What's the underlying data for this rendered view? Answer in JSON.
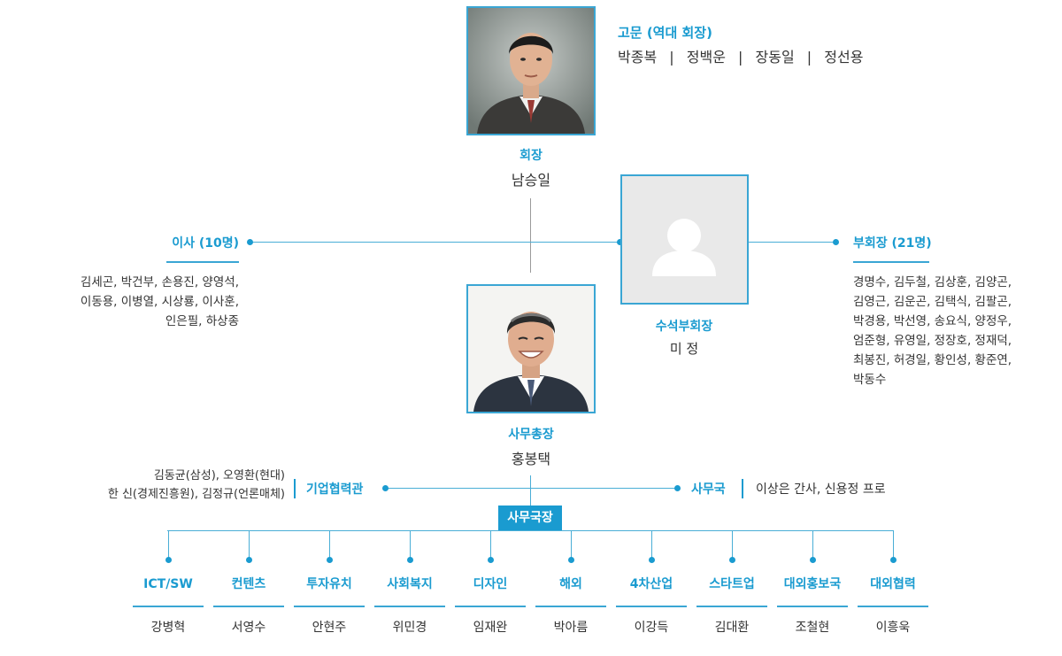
{
  "advisors": {
    "title": "고문 (역대 회장)",
    "names": [
      "박종복",
      "정백운",
      "장동일",
      "정선용"
    ]
  },
  "president": {
    "title": "회장",
    "name": "남승일"
  },
  "senior_vp": {
    "title": "수석부회장",
    "name": "미 정"
  },
  "directors": {
    "title": "이사 (10명)",
    "lines": [
      "김세곤, 박건부, 손용진, 양영석,",
      "이동용, 이병열, 시상룡, 이사훈,",
      "인은필, 하상종"
    ]
  },
  "vice_presidents": {
    "title": "부회장 (21명)",
    "lines": [
      "경명수, 김두철, 김상훈, 김양곤,",
      "김영근, 김운곤, 김택식, 김팔곤,",
      "박경용, 박선영, 송요식, 양정우,",
      "엄준형, 유영일, 정장호, 정재덕,",
      "최봉진, 허경일, 황인성, 황준연,",
      "박동수"
    ]
  },
  "secretary_general": {
    "title": "사무총장",
    "name": "홍봉택"
  },
  "corporate_cooperation": {
    "title": "기업협력관",
    "lines": [
      "김동균(삼성), 오영환(현대)",
      "한 신(경제진흥원), 김정규(언론매체)"
    ]
  },
  "secretariat": {
    "title": "사무국",
    "staff": "이상은 간사, 신용정 프로"
  },
  "bureau_chief": {
    "title": "사무국장"
  },
  "departments": [
    {
      "title": "ICT/SW",
      "name": "강병혁"
    },
    {
      "title": "컨텐츠",
      "name": "서영수"
    },
    {
      "title": "투자유치",
      "name": "안현주"
    },
    {
      "title": "사회복지",
      "name": "위민경"
    },
    {
      "title": "디자인",
      "name": "임재완"
    },
    {
      "title": "해외",
      "name": "박아름"
    },
    {
      "title": "4차산업",
      "name": "이강득"
    },
    {
      "title": "스타트업",
      "name": "김대환"
    },
    {
      "title": "대외홍보국",
      "name": "조철현"
    },
    {
      "title": "대외협력",
      "name": "이흥욱"
    }
  ],
  "colors": {
    "accent": "#1a9bd0",
    "line": "#4aaed6",
    "text": "#333333"
  }
}
